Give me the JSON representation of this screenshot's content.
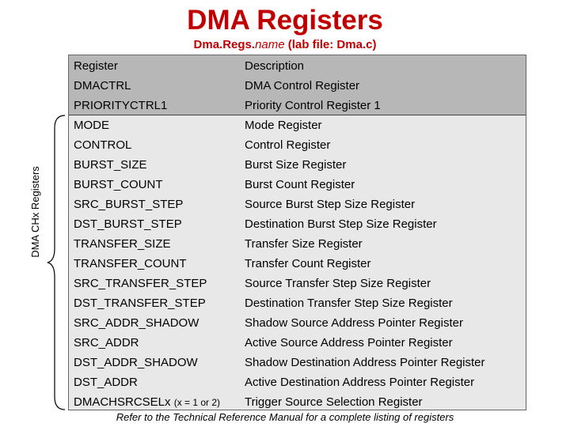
{
  "title": "DMA Registers",
  "subtitle": {
    "prefix": "Dma.Regs.",
    "name": "name",
    "suffix": "  (lab file: Dma.c)"
  },
  "side_label": "DMA CHx Registers",
  "table": {
    "headers": {
      "register": "Register",
      "description": "Description"
    },
    "rows": [
      {
        "register": "DMACTRL",
        "description": "DMA Control Register"
      },
      {
        "register": "PRIORITYCTRL1",
        "description": "Priority Control Register 1"
      },
      {
        "register": "MODE",
        "description": "Mode Register"
      },
      {
        "register": "CONTROL",
        "description": "Control Register"
      },
      {
        "register": "BURST_SIZE",
        "description": "Burst Size Register"
      },
      {
        "register": "BURST_COUNT",
        "description": "Burst Count Register"
      },
      {
        "register": "SRC_BURST_STEP",
        "description": "Source Burst Step Size Register"
      },
      {
        "register": "DST_BURST_STEP",
        "description": "Destination Burst Step Size Register"
      },
      {
        "register": "TRANSFER_SIZE",
        "description": "Transfer Size Register"
      },
      {
        "register": "TRANSFER_COUNT",
        "description": "Transfer Count Register"
      },
      {
        "register": "SRC_TRANSFER_STEP",
        "description": "Source Transfer Step Size Register"
      },
      {
        "register": "DST_TRANSFER_STEP",
        "description": "Destination Transfer Step Size Register"
      },
      {
        "register": "SRC_ADDR_SHADOW",
        "description": "Shadow Source Address Pointer Register"
      },
      {
        "register": "SRC_ADDR",
        "description": "Active Source Address Pointer Register"
      },
      {
        "register": "DST_ADDR_SHADOW",
        "description": "Shadow Destination Address Pointer Register"
      },
      {
        "register": "DST_ADDR",
        "description": "Active Destination Address Pointer Register"
      },
      {
        "register": "DMACHSRCSELx",
        "register_note": "(x = 1 or 2)",
        "description": "Trigger Source Selection Register"
      }
    ]
  },
  "footer": "Refer to the Technical Reference Manual for a complete listing of registers",
  "colors": {
    "title": "#c00000",
    "header_band": "#b7b7b7",
    "table_body": "#e8e8e8"
  }
}
